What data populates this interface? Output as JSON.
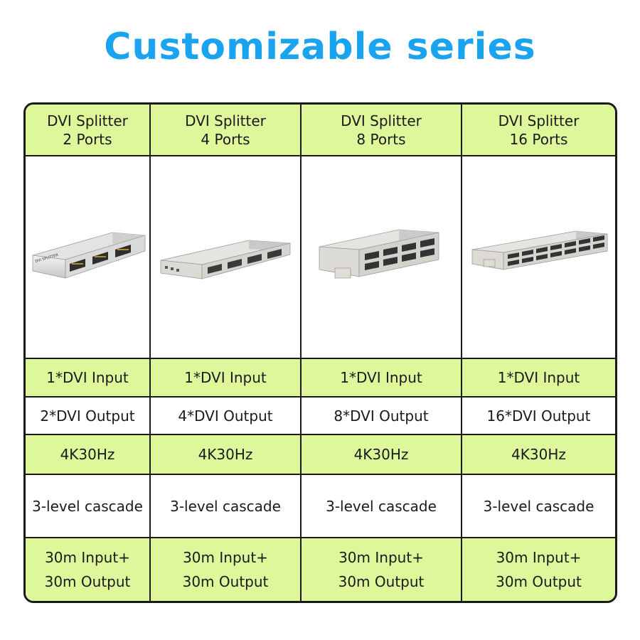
{
  "title": "Customizable series",
  "colors": {
    "title": "#1aa3ef",
    "green_row": "#dff79b",
    "border": "#1a1a1a"
  },
  "columns": [
    {
      "name_line1": "DVI Splitter",
      "name_line2": "2 Ports",
      "image_icon": "dvi-splitter-2-port-device-icon",
      "input": "1*DVI Input",
      "output": "2*DVI Output",
      "resolution": "4K30Hz",
      "cascade": "3-level cascade",
      "distance_line1": "30m Input+",
      "distance_line2": "30m Output"
    },
    {
      "name_line1": "DVI Splitter",
      "name_line2": "4 Ports",
      "image_icon": "dvi-splitter-4-port-device-icon",
      "input": "1*DVI Input",
      "output": "4*DVI Output",
      "resolution": "4K30Hz",
      "cascade": "3-level cascade",
      "distance_line1": "30m Input+",
      "distance_line2": "30m Output"
    },
    {
      "name_line1": "DVI Splitter",
      "name_line2": "8 Ports",
      "image_icon": "dvi-splitter-8-port-device-icon",
      "input": "1*DVI Input",
      "output": "8*DVI Output",
      "resolution": "4K30Hz",
      "cascade": "3-level cascade",
      "distance_line1": "30m Input+",
      "distance_line2": "30m Output"
    },
    {
      "name_line1": "DVI Splitter",
      "name_line2": "16 Ports",
      "image_icon": "dvi-splitter-16-port-device-icon",
      "input": "1*DVI Input",
      "output": "16*DVI Output",
      "resolution": "4K30Hz",
      "cascade": "3-level cascade",
      "distance_line1": "30m Input+",
      "distance_line2": "30m Output"
    }
  ]
}
